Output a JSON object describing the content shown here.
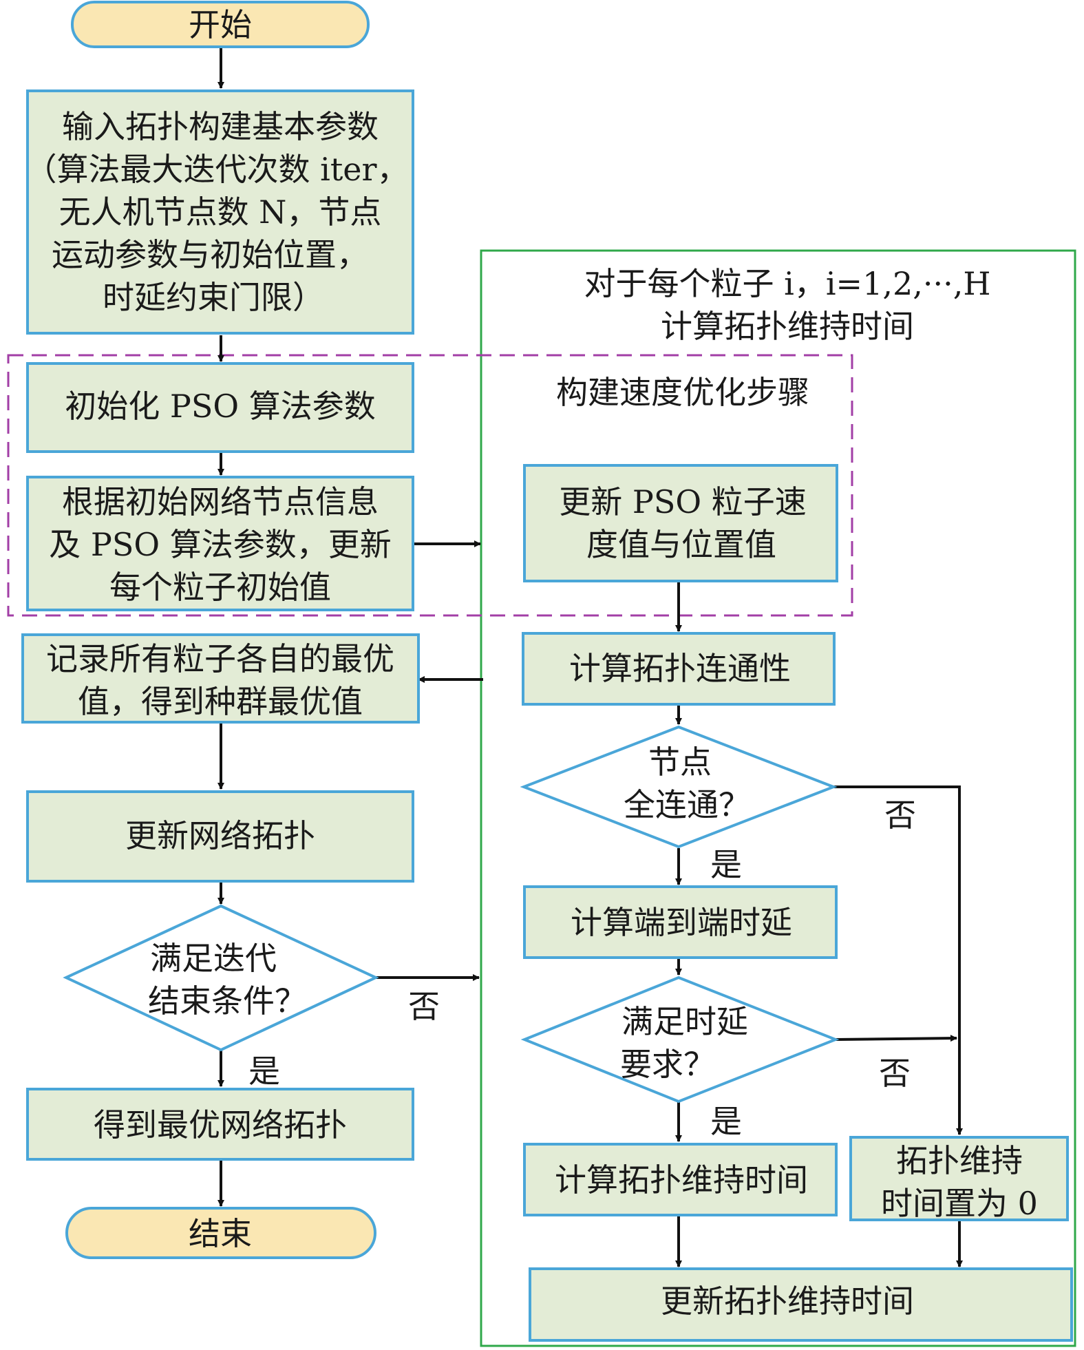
{
  "nodes": {
    "start": "开始",
    "input_lines": [
      "输入拓扑构建基本参数",
      "（算法最大迭代次数 iter，",
      "无人机节点数 N，节点",
      "运动参数与初始位置，",
      "时延约束门限）"
    ],
    "init_pso": "初始化 PSO 算法参数",
    "update_init_lines": [
      "根据初始网络节点信息",
      "及 PSO 算法参数，更新",
      "每个粒子初始值"
    ],
    "record_lines": [
      "记录所有粒子各自的最优",
      "值，得到种群最优值"
    ],
    "update_topology": "更新网络拓扑",
    "iter_cond_lines": [
      "满足迭代",
      "结束条件？"
    ],
    "get_best": "得到最优网络拓扑",
    "end": "结束",
    "frame_title_lines": [
      "对于每个粒子 i，i=1,2,···,H",
      "计算拓扑维持时间"
    ],
    "speed_opt_title": "构建速度优化步骤",
    "update_velocity_lines": [
      "更新 PSO 粒子速",
      "度值与位置值"
    ],
    "calc_connectivity": "计算拓扑连通性",
    "all_connected_lines": [
      "节点",
      "全连通？"
    ],
    "calc_delay": "计算端到端时延",
    "delay_ok_lines": [
      "满足时延",
      "要求？"
    ],
    "calc_maintain": "计算拓扑维持时间",
    "maintain_zero_lines": [
      "拓扑维持",
      "时间置为 0"
    ],
    "update_maintain": "更新拓扑维持时间"
  },
  "edge_labels": {
    "no_iter": "否",
    "yes_iter": "是",
    "no_connected": "否",
    "yes_connected": "是",
    "no_delay": "否",
    "yes_delay": "是"
  },
  "colors": {
    "process_fill": "#e3ecd6",
    "terminal_fill": "#fae7b3",
    "shape_stroke": "#4aa6d8",
    "loop_frame": "#2fa84a",
    "speed_frame": "#a23ea6",
    "arrow": "#111111"
  }
}
